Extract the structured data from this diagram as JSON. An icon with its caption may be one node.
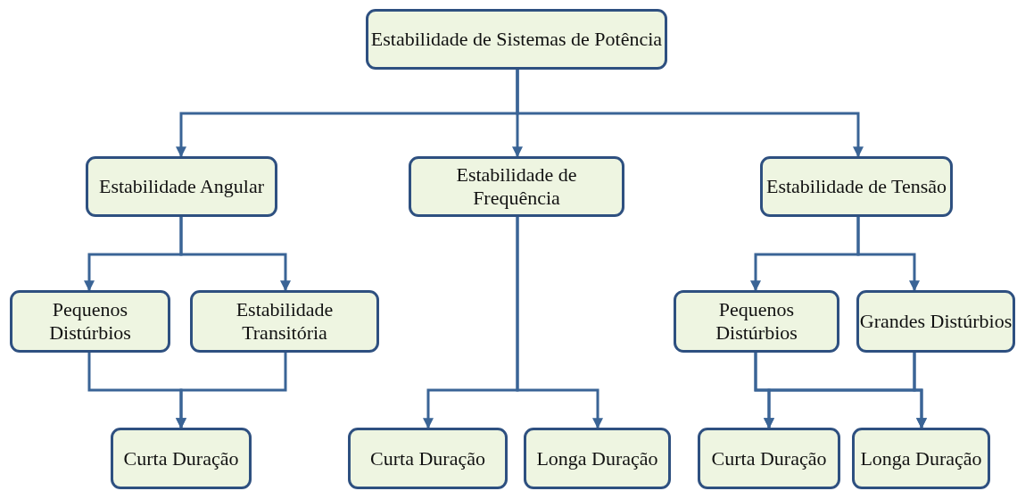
{
  "diagram": {
    "nodes": [
      {
        "text": [
          "Estabilidade de Sistemas de Potência"
        ]
      },
      {
        "text": [
          "Estabilidade Angular"
        ]
      },
      {
        "text": [
          "Estabilidade de Frequência"
        ]
      },
      {
        "text": [
          "Estabilidade de Tensão"
        ]
      },
      {
        "text": [
          "Pequenos Distúrbios"
        ]
      },
      {
        "text": [
          "Estabilidade Transitória"
        ]
      },
      {
        "text": [
          "Pequenos Distúrbios"
        ]
      },
      {
        "text": [
          "Grandes Distúrbios"
        ]
      },
      {
        "text": [
          "Curta Duração"
        ]
      },
      {
        "text": [
          "Curta Duração"
        ]
      },
      {
        "text": [
          "Longa Duração"
        ]
      },
      {
        "text": [
          "Curta Duração"
        ]
      },
      {
        "text": [
          "Longa Duração"
        ]
      }
    ],
    "edges": [
      {
        "from": 0,
        "to": 1,
        "arrow": "to"
      },
      {
        "from": 0,
        "to": 2,
        "arrow": "to"
      },
      {
        "from": 0,
        "to": 3,
        "arrow": "to"
      },
      {
        "from": 1,
        "to": 4,
        "arrow": "to"
      },
      {
        "from": 1,
        "to": 5,
        "arrow": "to"
      },
      {
        "from": 3,
        "to": 6,
        "arrow": "to"
      },
      {
        "from": 3,
        "to": 7,
        "arrow": "to"
      },
      {
        "from": 4,
        "to": 8,
        "arrow": "to"
      },
      {
        "from": 5,
        "to": 8,
        "arrow": "to"
      },
      {
        "from": 2,
        "to": 9,
        "arrow": "to"
      },
      {
        "from": 2,
        "to": 10,
        "arrow": "to"
      },
      {
        "from": 6,
        "to": 11,
        "arrow": "to"
      },
      {
        "from": 6,
        "to": 12,
        "arrow": "to"
      },
      {
        "from": 7,
        "to": 11,
        "arrow": "to"
      },
      {
        "from": 7,
        "to": 12,
        "arrow": "to"
      }
    ]
  }
}
